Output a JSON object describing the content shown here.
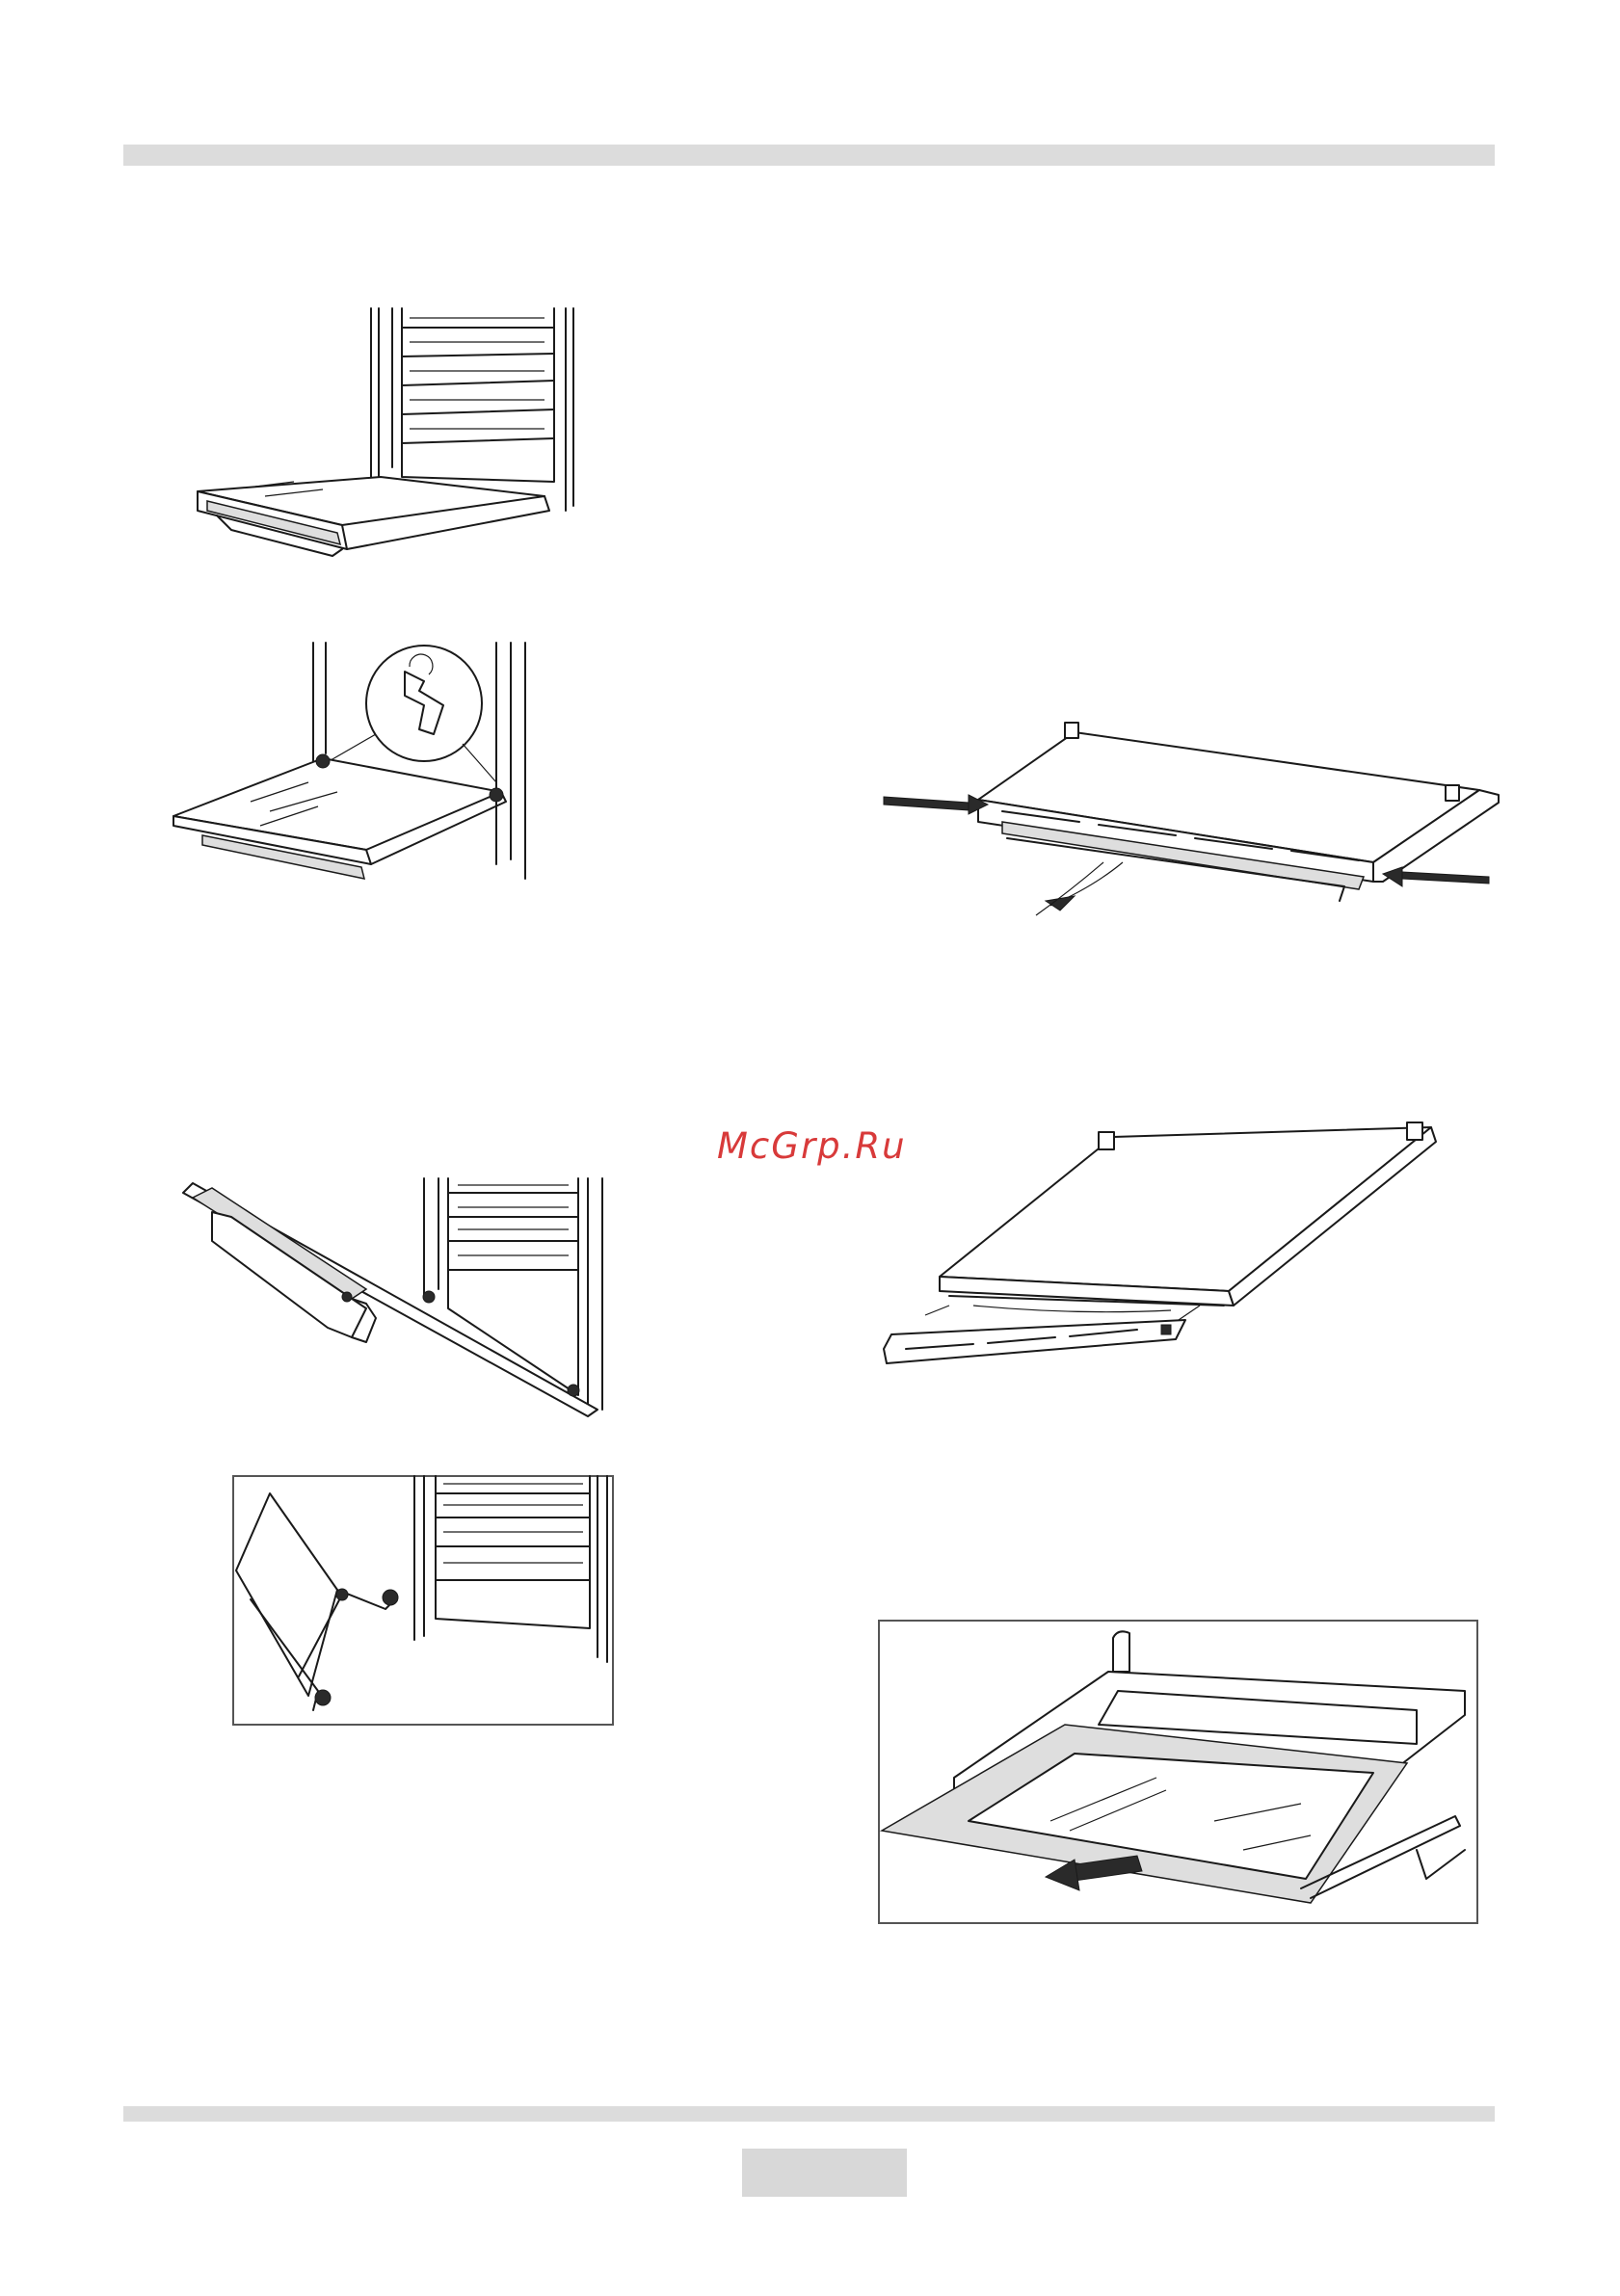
{
  "watermark": "McGrp.Ru",
  "page_number": "",
  "figures": [
    {
      "id": "oven-door-open",
      "icon": "oven-door-open-illustration"
    },
    {
      "id": "hinge-lock",
      "icon": "hinge-lock-illustration"
    },
    {
      "id": "door-profile-release",
      "icon": "door-profile-release-illustration"
    },
    {
      "id": "door-half-closed",
      "icon": "door-half-closed-illustration"
    },
    {
      "id": "profile-removed",
      "icon": "profile-removed-illustration"
    },
    {
      "id": "hinges-detached",
      "icon": "hinges-detached-illustration"
    },
    {
      "id": "glass-removal",
      "icon": "glass-removal-illustration"
    }
  ],
  "colors": {
    "bars": "#dcdcdc",
    "watermark": "#d83a3a",
    "line": "#1a1a1a"
  }
}
